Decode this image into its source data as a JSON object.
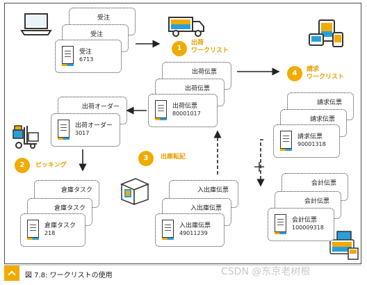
{
  "steps": [
    {
      "number": "1",
      "label_line1": "出荷",
      "label_line2": "ワークリスト"
    },
    {
      "number": "2",
      "label": "ピッキング"
    },
    {
      "number": "3",
      "label": "出庫転記"
    },
    {
      "number": "4",
      "label_line1": "請求",
      "label_line2": "ワークリスト"
    }
  ],
  "docs": {
    "sales_order": {
      "label": "受注",
      "number": "6713"
    },
    "delivery": {
      "label": "出荷伝票",
      "number": "80001017"
    },
    "delivery_order": {
      "label": "出荷オーダー",
      "number": "3017"
    },
    "warehouse_task": {
      "label": "倉庫タスク",
      "number": "218"
    },
    "goods_issue": {
      "label": "入出庫伝票",
      "number": "49011239"
    },
    "billing": {
      "label": "請求伝票",
      "number": "90001318"
    },
    "accounting": {
      "label": "会計伝票",
      "number": "100009318"
    }
  },
  "icons": [
    "laptop-icon",
    "delivery-truck-icon",
    "forklift-icon",
    "warehouse-box-icon",
    "billing-devices-icon",
    "accounting-devices-icon"
  ],
  "caption": {
    "text": "図 7.8: ワークリストの使用"
  },
  "watermark": {
    "text": "CSDN @东京老树根"
  },
  "colors": {
    "accent": "#f0ab00",
    "blue": "#2aa0d8"
  }
}
